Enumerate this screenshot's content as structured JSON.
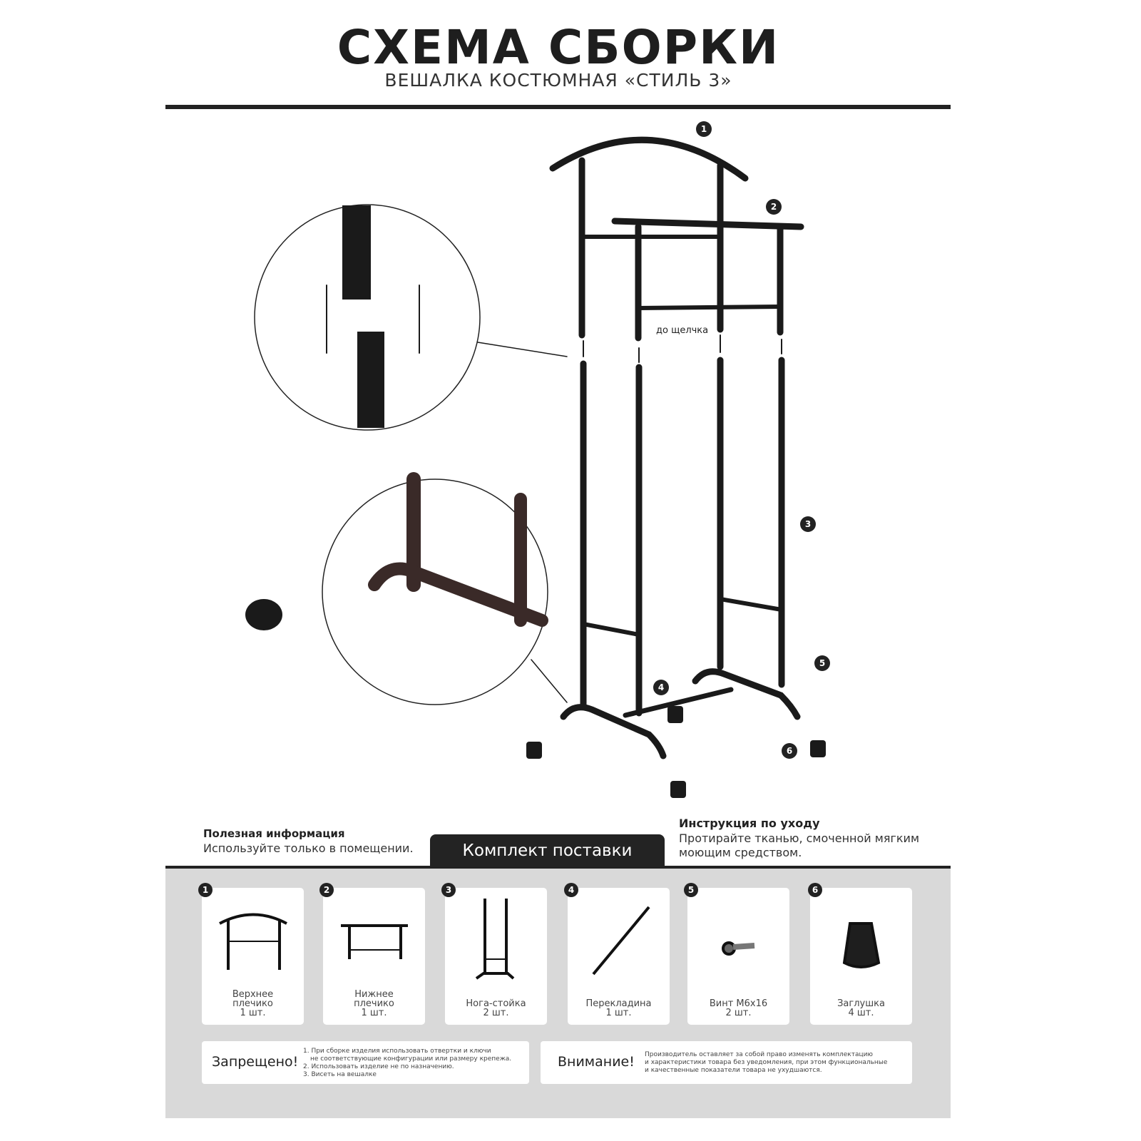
{
  "header": {
    "title": "СХЕМА СБОРКИ",
    "subtitle": "ВЕШАЛКА КОСТЮМНАЯ «СТИЛЬ 3»"
  },
  "diagram": {
    "click_label": "до щелчка",
    "callouts": [
      "1",
      "2",
      "3",
      "4",
      "5",
      "6"
    ]
  },
  "useful_info": {
    "heading": "Полезная информация",
    "text": "Используйте только в помещении."
  },
  "care": {
    "heading": "Инструкция по уходу",
    "text1": "Протирайте тканью, смоченной мягким",
    "text2": "моющим средством."
  },
  "kit": {
    "tab_label": "Комплект поставки",
    "items": [
      {
        "num": "1",
        "line1": "Верхнее",
        "line2": "плечико",
        "qty": "1 шт."
      },
      {
        "num": "2",
        "line1": "Нижнее",
        "line2": "плечико",
        "qty": "1 шт."
      },
      {
        "num": "3",
        "line1": "Нога-стойка",
        "line2": "",
        "qty": "2 шт."
      },
      {
        "num": "4",
        "line1": "Перекладина",
        "line2": "",
        "qty": "1 шт."
      },
      {
        "num": "5",
        "line1": "Винт М6х16",
        "line2": "",
        "qty": "2 шт."
      },
      {
        "num": "6",
        "line1": "Заглушка",
        "line2": "",
        "qty": "4 шт."
      }
    ]
  },
  "forbidden": {
    "heading": "Запрещено!",
    "lines": [
      "1. При сборке изделия использовать отвертки и ключи",
      "не соответствующие конфигурации или размеру крепежа.",
      "2. Использовать изделие не по назначению.",
      "3. Висеть на вешалке"
    ]
  },
  "attention": {
    "heading": "Внимание!",
    "lines": [
      "Производитель оставляет за собой право изменять комплектацию",
      "и характеристики товара без уведомления, при этом функциональные",
      "и качественные показатели товара не ухудшаются."
    ]
  }
}
